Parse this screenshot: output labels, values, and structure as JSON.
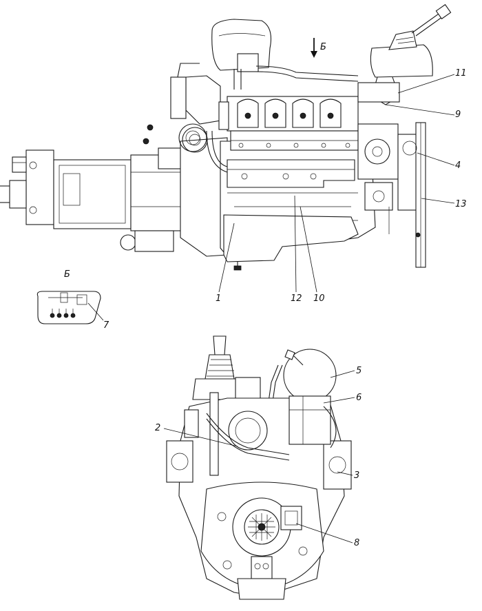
{
  "view_arrow_label": "Б",
  "detail_view_label": "Б",
  "callouts": {
    "c1": "1",
    "c2": "2",
    "c3": "3",
    "c4": "4",
    "c5": "5",
    "c6": "6",
    "c7": "7",
    "c8": "8",
    "c9": "9",
    "c10": "10",
    "c11": "11",
    "c12": "12",
    "c13": "13"
  }
}
